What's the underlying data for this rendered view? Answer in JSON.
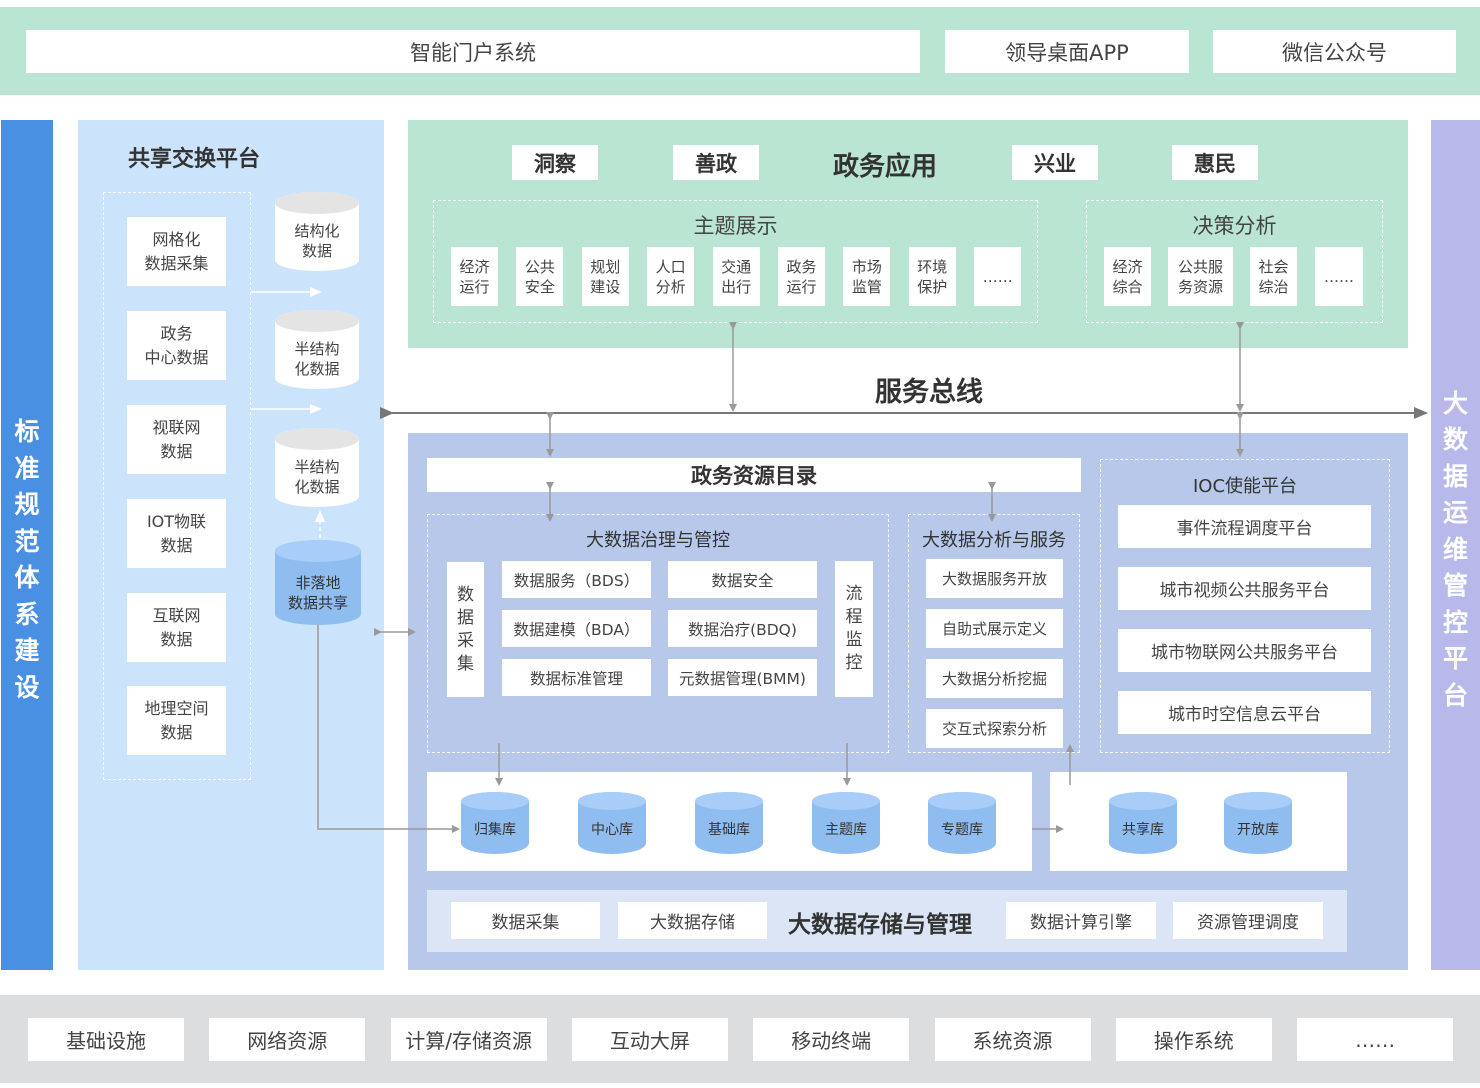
{
  "top_layer": {
    "items": [
      "智能门户系统",
      "领导桌面APP",
      "微信公众号"
    ],
    "colors": {
      "band": "#bae5d3"
    }
  },
  "left_bar": {
    "label": "标准规范体系建设",
    "chars": [
      "标",
      "准",
      "规",
      "范",
      "体",
      "系",
      "建",
      "设"
    ],
    "color": "#4a90e2"
  },
  "right_bar": {
    "label": "大数据运维管控平台",
    "chars": [
      "大",
      "数",
      "据",
      "运",
      "维",
      "管",
      "控",
      "平",
      "台"
    ],
    "color": "#b8b9ea"
  },
  "share_platform": {
    "title": "共享交换平台",
    "sources": [
      {
        "line1": "网格化",
        "line2": "数据采集"
      },
      {
        "line1": "政务",
        "line2": "中心数据"
      },
      {
        "line1": "视联网",
        "line2": "数据"
      },
      {
        "line1": "IOT物联",
        "line2": "数据"
      },
      {
        "line1": "互联网",
        "line2": "数据"
      },
      {
        "line1": "地理空间",
        "line2": "数据"
      }
    ],
    "stores": [
      {
        "line1": "结构化",
        "line2": "数据"
      },
      {
        "line1": "半结构",
        "line2": "化数据"
      },
      {
        "line1": "半结构",
        "line2": "化数据"
      }
    ],
    "non_landing": {
      "line1": "非落地",
      "line2": "数据共享"
    },
    "color": "#cce4fb"
  },
  "gov_apps": {
    "title": "政务应用",
    "tags": [
      "洞察",
      "善政",
      "兴业",
      "惠民"
    ],
    "theme_display": {
      "title": "主题展示",
      "items": [
        {
          "line1": "经济",
          "line2": "运行"
        },
        {
          "line1": "公共",
          "line2": "安全"
        },
        {
          "line1": "规划",
          "line2": "建设"
        },
        {
          "line1": "人口",
          "line2": "分析"
        },
        {
          "line1": "交通",
          "line2": "出行"
        },
        {
          "line1": "政务",
          "line2": "运行"
        },
        {
          "line1": "市场",
          "line2": "监管"
        },
        {
          "line1": "环境",
          "line2": "保护"
        },
        {
          "line1": "……",
          "line2": ""
        }
      ]
    },
    "decision_analysis": {
      "title": "决策分析",
      "items": [
        {
          "line1": "经济",
          "line2": "综合"
        },
        {
          "line1": "公共服",
          "line2": "务资源"
        },
        {
          "line1": "社会",
          "line2": "综治"
        },
        {
          "line1": "……",
          "line2": ""
        }
      ]
    },
    "color": "#bae5d3"
  },
  "service_bus": {
    "label": "服务总线"
  },
  "data_center": {
    "catalog": "政务资源目录",
    "governance": {
      "title": "大数据治理与管控",
      "left_vertical": "数据采集",
      "right_vertical": "流程监控",
      "items": [
        "数据服务（BDS）",
        "数据安全",
        "数据建模（BDA）",
        "数据治疗(BDQ)",
        "数据标准管理",
        "元数据管理(BMM)"
      ]
    },
    "analysis": {
      "title": "大数据分析与服务",
      "items": [
        "大数据服务开放",
        "自助式展示定义",
        "大数据分析挖掘",
        "交互式探索分析"
      ]
    },
    "ioc": {
      "title": "IOC使能平台",
      "items": [
        "事件流程调度平台",
        "城市视频公共服务平台",
        "城市物联网公共服务平台",
        "城市时空信息云平台"
      ]
    },
    "libraries": [
      "归集库",
      "中心库",
      "基础库",
      "主题库",
      "专题库"
    ],
    "open_libraries": [
      "共享库",
      "开放库"
    ],
    "storage": {
      "title": "大数据存储与管理",
      "left_items": [
        "数据采集",
        "大数据存储"
      ],
      "right_items": [
        "数据计算引擎",
        "资源管理调度"
      ]
    },
    "color": "#b7c8ea"
  },
  "infrastructure": {
    "items": [
      "基础设施",
      "网络资源",
      "计算/存储资源",
      "互动大屏",
      "移动终端",
      "系统资源",
      "操作系统",
      "……"
    ],
    "color": "#dcdddf"
  }
}
